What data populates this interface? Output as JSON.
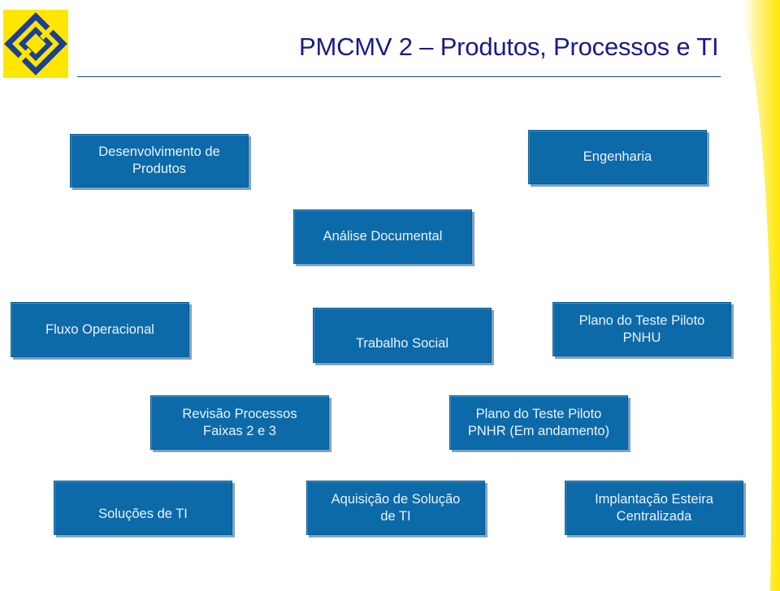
{
  "colors": {
    "box_fill": "#0d6aa8",
    "box_text": "#e9f3ff",
    "title_text": "#1a1a8c",
    "accent_yellow": "#ffe600"
  },
  "logo": {
    "icon": "banco-do-brasil-logo-icon"
  },
  "title": "PMCMV 2 – Produtos, Processos e TI",
  "boxes": {
    "desenvolvimento": "Desenvolvimento de\nProdutos",
    "engenharia": "Engenharia",
    "analise": "Análise Documental",
    "fluxo": "Fluxo Operacional",
    "trabalho": "Trabalho Social",
    "pnhu": "Plano do Teste Piloto\nPNHU",
    "revisao": "Revisão Processos\nFaixas 2 e 3",
    "pnhr": "Plano do Teste Piloto\nPNHR (Em andamento)",
    "solucoes": "Soluções de TI",
    "aquisicao": "Aquisição de Solução\nde TI",
    "implantacao": "Implantação Esteira\nCentralizada"
  }
}
